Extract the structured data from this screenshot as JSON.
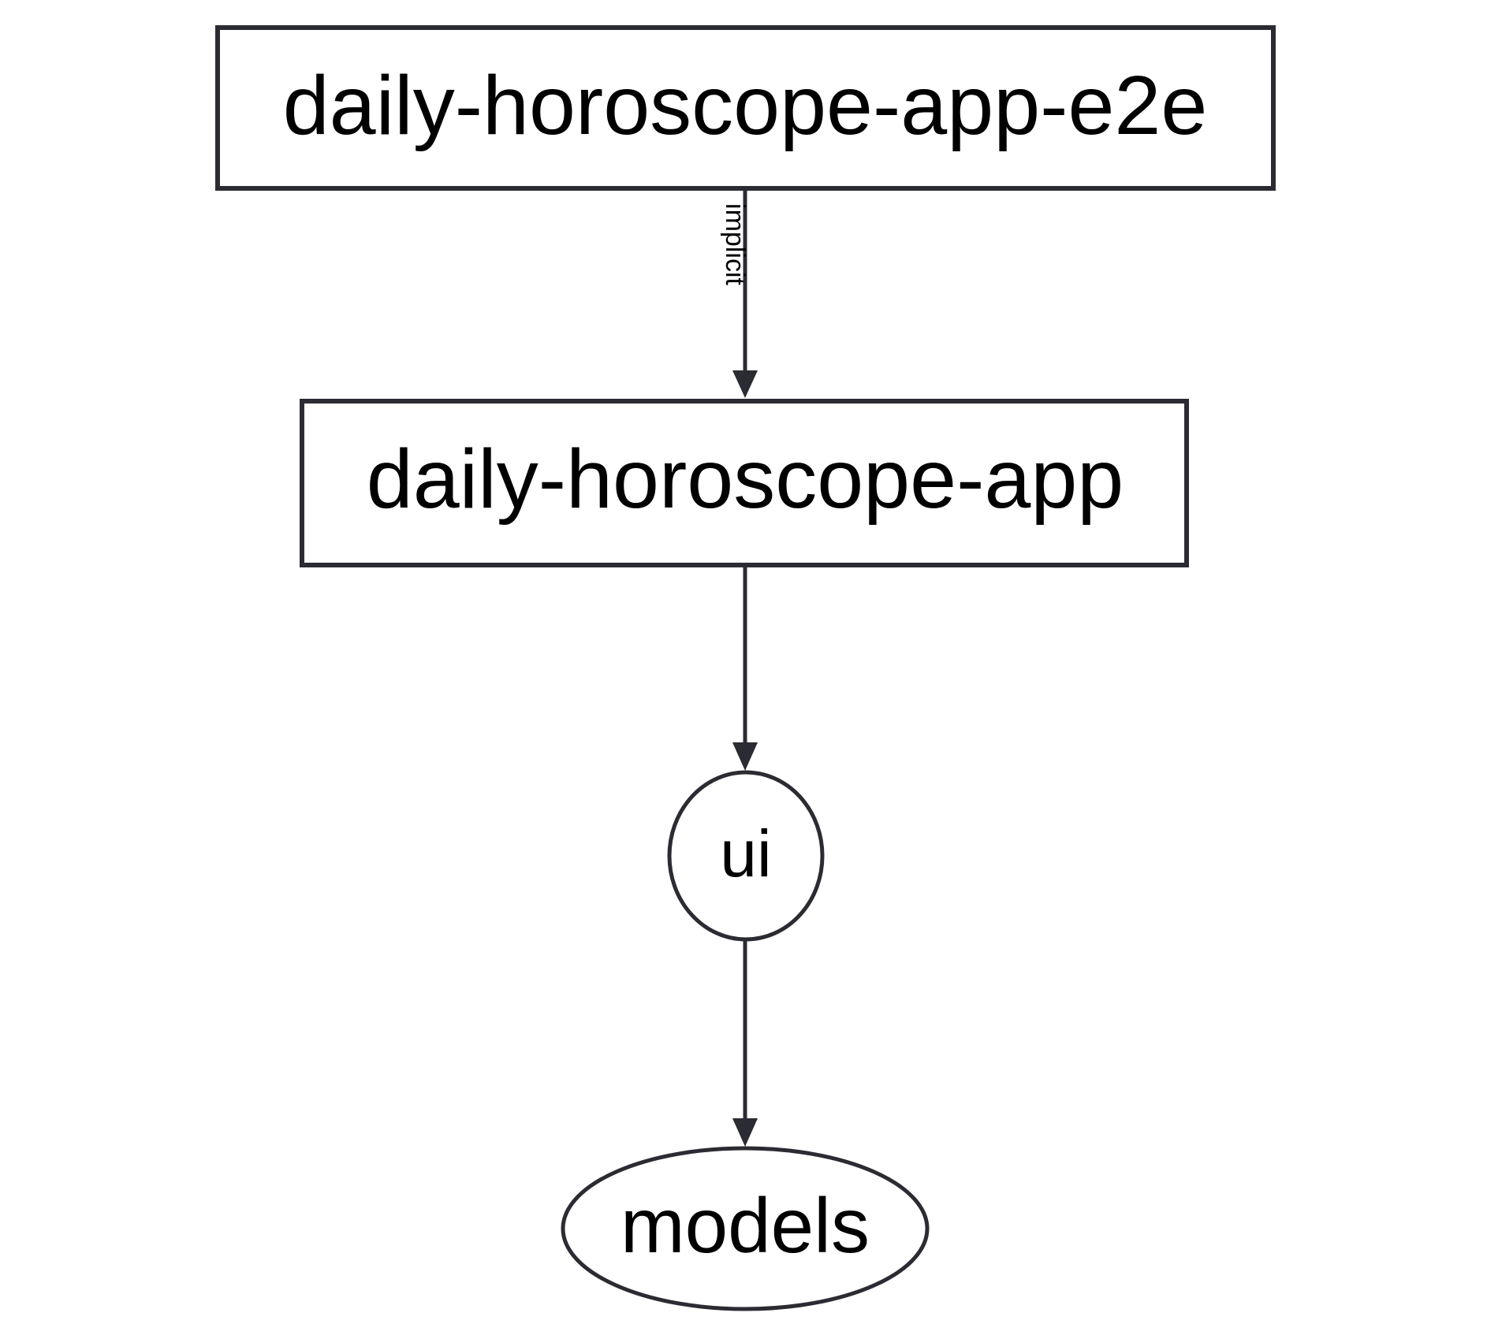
{
  "graph": {
    "background_color": "#ffffff",
    "stroke_color": "#2b2b33",
    "text_color": "#000000",
    "nodes": [
      {
        "id": "daily-horoscope-app-e2e",
        "label": "daily-horoscope-app-e2e",
        "shape": "box"
      },
      {
        "id": "daily-horoscope-app",
        "label": "daily-horoscope-app",
        "shape": "box"
      },
      {
        "id": "ui",
        "label": "ui",
        "shape": "circle"
      },
      {
        "id": "models",
        "label": "models",
        "shape": "ellipse"
      }
    ],
    "edges": [
      {
        "from": "daily-horoscope-app-e2e",
        "to": "daily-horoscope-app",
        "label": "implicit",
        "label_orientation": "vertical"
      },
      {
        "from": "daily-horoscope-app",
        "to": "ui",
        "label": ""
      },
      {
        "from": "ui",
        "to": "models",
        "label": ""
      }
    ]
  }
}
